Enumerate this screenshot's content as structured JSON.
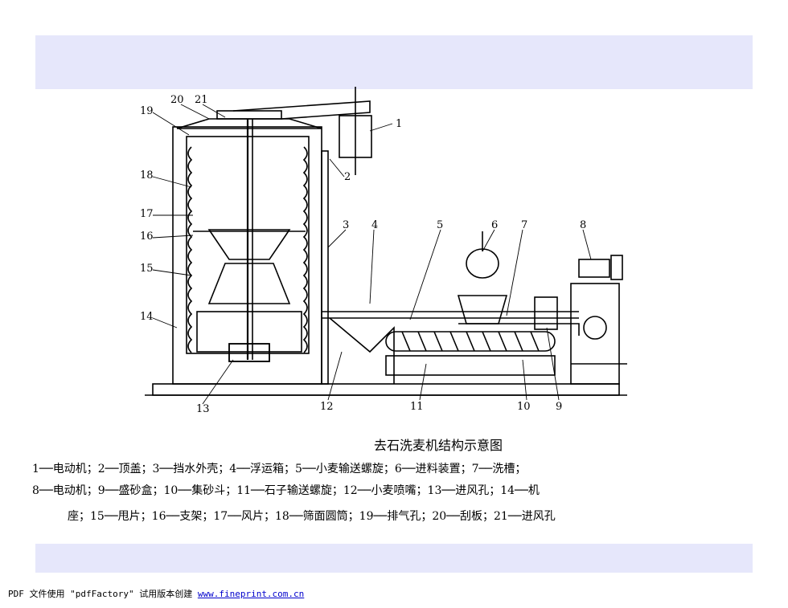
{
  "diagram": {
    "callouts": [
      "1",
      "2",
      "3",
      "4",
      "5",
      "6",
      "7",
      "8",
      "9",
      "10",
      "11",
      "12",
      "13",
      "14",
      "15",
      "16",
      "17",
      "18",
      "19",
      "20",
      "21"
    ]
  },
  "caption": {
    "title": "去石洗麦机结构示意图",
    "legend_lines": [
      "1──电动机；2──顶盖；3──挡水外壳；4──浮运箱；5──小麦输送螺旋；6──进料装置；7──洗槽；",
      "8──电动机；9──盛砂盒；10──集砂斗；11──石子输送螺旋；12──小麦喷嘴；13──进风孔；14──机",
      "座；15──甩片；16──支架；17──风片；18──筛面圆筒；19──排气孔；20──刮板；21──进风孔"
    ]
  },
  "footer": {
    "text": "PDF 文件使用 \"pdfFactory\" 试用版本创建",
    "link": "www.fineprint.com.cn"
  }
}
